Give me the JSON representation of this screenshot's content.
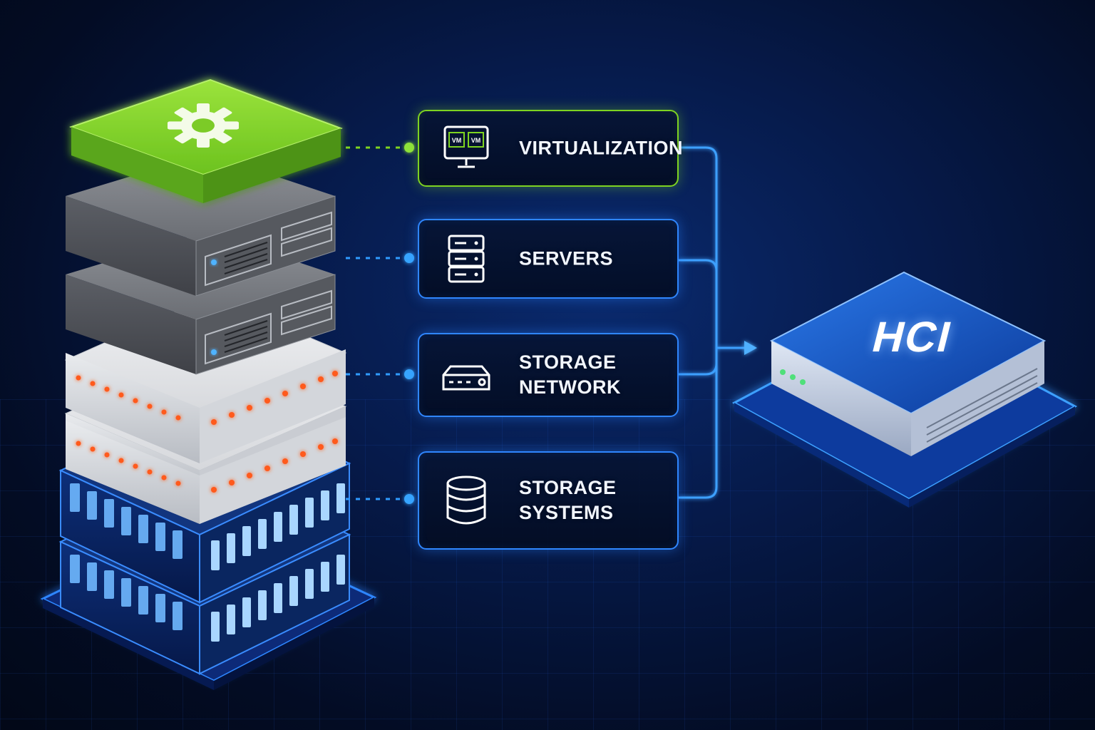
{
  "features": [
    {
      "id": "virtualization",
      "label_line1": "VIRTUALIZATION",
      "label_line2": "",
      "icon": "vm-monitor-icon",
      "accent": "#7ed321"
    },
    {
      "id": "servers",
      "label_line1": "SERVERS",
      "label_line2": "",
      "icon": "server-stack-icon",
      "accent": "#2f86ff"
    },
    {
      "id": "storage-network",
      "label_line1": "STORAGE",
      "label_line2": "NETWORK",
      "icon": "network-switch-icon",
      "accent": "#2f86ff"
    },
    {
      "id": "storage-systems",
      "label_line1": "STORAGE",
      "label_line2": "SYSTEMS",
      "icon": "database-icon",
      "accent": "#2f86ff"
    }
  ],
  "vm_icon_text": [
    "VM",
    "VM"
  ],
  "hci": {
    "label": "HCI"
  },
  "colors": {
    "accent_green": "#7ed321",
    "accent_blue": "#2f86ff",
    "background": "#030c24",
    "led_orange": "#ff5a1a"
  }
}
